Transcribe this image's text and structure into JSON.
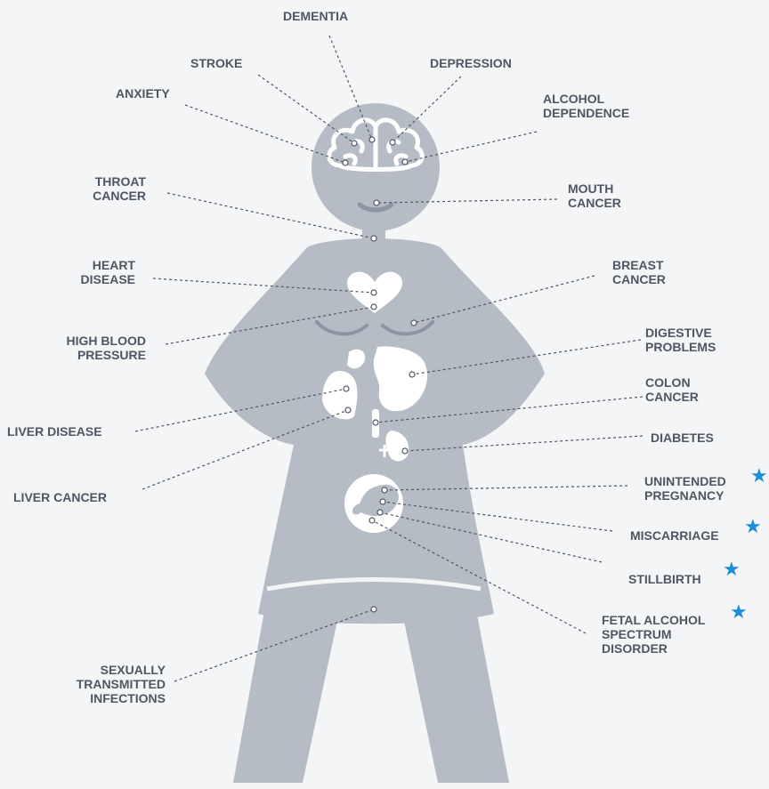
{
  "accent_colors": {
    "figure": "#b6bcc5",
    "organ": "#ffffff",
    "label": "#4f5663",
    "star": "#1e8fd6",
    "background": "#f4f5f6"
  },
  "labels": {
    "dementia": "DEMENTIA",
    "stroke": "STROKE",
    "depression": "DEPRESSION",
    "anxiety": "ANXIETY",
    "alcohol_dependence": "ALCOHOL\nDEPENDENCE",
    "throat_cancer": "THROAT\nCANCER",
    "mouth_cancer": "MOUTH\nCANCER",
    "heart_disease": "HEART\nDISEASE",
    "breast_cancer": "BREAST\nCANCER",
    "high_blood_pressure": "HIGH BLOOD\nPRESSURE",
    "digestive_problems": "DIGESTIVE\nPROBLEMS",
    "colon_cancer": "COLON\nCANCER",
    "liver_disease": "LIVER DISEASE",
    "diabetes": "DIABETES",
    "liver_cancer": "LIVER CANCER",
    "unintended_pregnancy": "UNINTENDED\nPREGNANCY",
    "miscarriage": "MISCARRIAGE",
    "stillbirth": "STILLBIRTH",
    "fetal_alcohol": "FETAL ALCOHOL\nSPECTRUM\nDISORDER",
    "sti": "SEXUALLY\nTRANSMITTED\nINFECTIONS"
  },
  "star_icon": "★"
}
